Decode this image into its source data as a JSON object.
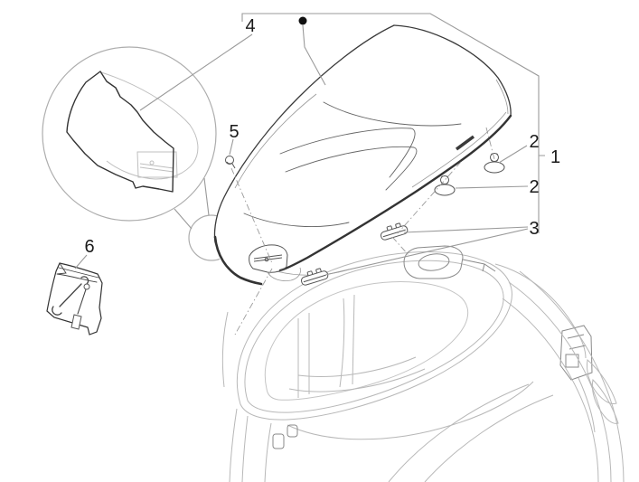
{
  "window": {
    "background": "#ffffff"
  },
  "diagram": {
    "type": "exploded-parts-diagram",
    "subject": "scooter saddle assembly over body with helmet compartment",
    "callouts": {
      "c1": {
        "label": "1"
      },
      "c2a": {
        "label": "2"
      },
      "c2b": {
        "label": "2"
      },
      "c3": {
        "label": "3"
      },
      "c4": {
        "label": "4"
      },
      "c5": {
        "label": "5"
      },
      "c6": {
        "label": "6"
      }
    },
    "markers": {
      "bullet": "black-dot"
    },
    "colors": {
      "part_line": "#3a3a3a",
      "body_line": "#b8b8b8",
      "annotation_line": "#9a9a9a",
      "label_text": "#1a1a1a",
      "background": "#ffffff"
    }
  }
}
